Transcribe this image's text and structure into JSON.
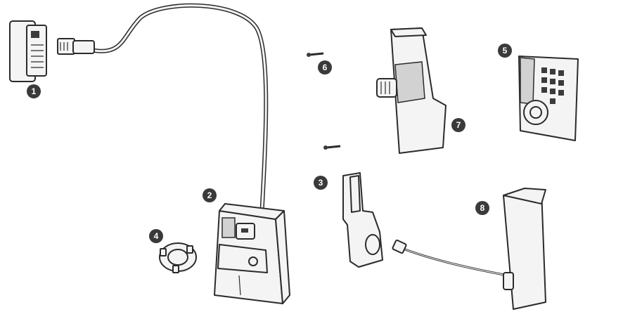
{
  "parts": [
    {
      "id": "1",
      "label": "1"
    },
    {
      "id": "2",
      "label": "2"
    },
    {
      "id": "3",
      "label": "3"
    },
    {
      "id": "4",
      "label": "4"
    },
    {
      "id": "5",
      "label": "5"
    },
    {
      "id": "6",
      "label": "6"
    },
    {
      "id": "7",
      "label": "7"
    },
    {
      "id": "8",
      "label": "8"
    }
  ]
}
